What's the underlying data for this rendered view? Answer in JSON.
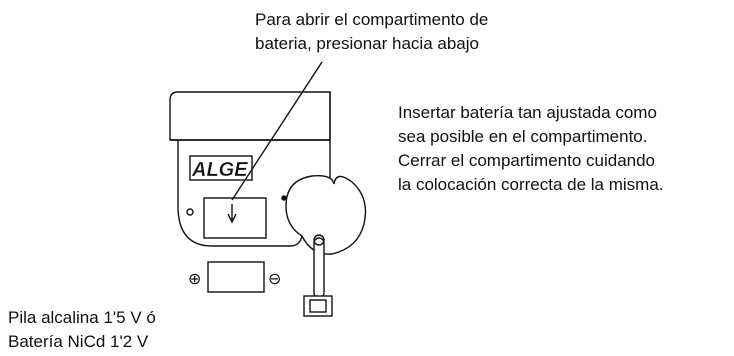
{
  "callouts": {
    "top": [
      "Para abrir el compartimento de",
      "bateria, presionar hacia abajo"
    ],
    "right": [
      "Insertar batería tan ajustada como",
      "sea posible en el compartimento.",
      "Cerrar el compartimento cuidando",
      "la colocación correcta de la misma."
    ],
    "bottom": [
      "Pila alcalina 1'5 V  ó",
      "Batería NiCd 1'2 V"
    ]
  },
  "device": {
    "logo": "ALGE"
  },
  "battery": {
    "plus_symbol": "⊕",
    "minus_symbol": "⊖"
  }
}
